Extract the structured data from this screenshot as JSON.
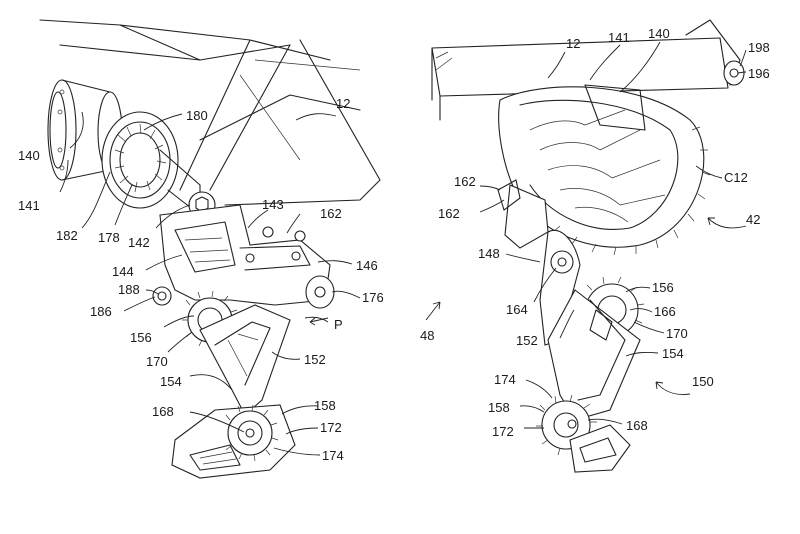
{
  "left_view": {
    "labels": [
      {
        "id": "12",
        "text": "12"
      },
      {
        "id": "140",
        "text": "140"
      },
      {
        "id": "141",
        "text": "141"
      },
      {
        "id": "180",
        "text": "180"
      },
      {
        "id": "182",
        "text": "182"
      },
      {
        "id": "178",
        "text": "178"
      },
      {
        "id": "142",
        "text": "142"
      },
      {
        "id": "143",
        "text": "143"
      },
      {
        "id": "162",
        "text": "162"
      },
      {
        "id": "144",
        "text": "144"
      },
      {
        "id": "146",
        "text": "146"
      },
      {
        "id": "188",
        "text": "188"
      },
      {
        "id": "186",
        "text": "186"
      },
      {
        "id": "176",
        "text": "176"
      },
      {
        "id": "156",
        "text": "156"
      },
      {
        "id": "P",
        "text": "P"
      },
      {
        "id": "170",
        "text": "170"
      },
      {
        "id": "152",
        "text": "152"
      },
      {
        "id": "154",
        "text": "154"
      },
      {
        "id": "168",
        "text": "168"
      },
      {
        "id": "158",
        "text": "158"
      },
      {
        "id": "172",
        "text": "172"
      },
      {
        "id": "174",
        "text": "174"
      }
    ]
  },
  "center": {
    "labels": [
      {
        "id": "48",
        "text": "48"
      }
    ]
  },
  "right_view": {
    "labels": [
      {
        "id": "12",
        "text": "12"
      },
      {
        "id": "141",
        "text": "141"
      },
      {
        "id": "140",
        "text": "140"
      },
      {
        "id": "198",
        "text": "198"
      },
      {
        "id": "196",
        "text": "196"
      },
      {
        "id": "C12",
        "text": "C12"
      },
      {
        "id": "162a",
        "text": "162"
      },
      {
        "id": "162b",
        "text": "162"
      },
      {
        "id": "42",
        "text": "42"
      },
      {
        "id": "148",
        "text": "148"
      },
      {
        "id": "156",
        "text": "156"
      },
      {
        "id": "166",
        "text": "166"
      },
      {
        "id": "164",
        "text": "164"
      },
      {
        "id": "170",
        "text": "170"
      },
      {
        "id": "152",
        "text": "152"
      },
      {
        "id": "154",
        "text": "154"
      },
      {
        "id": "150",
        "text": "150"
      },
      {
        "id": "174",
        "text": "174"
      },
      {
        "id": "158",
        "text": "158"
      },
      {
        "id": "172",
        "text": "172"
      },
      {
        "id": "168",
        "text": "168"
      }
    ]
  }
}
